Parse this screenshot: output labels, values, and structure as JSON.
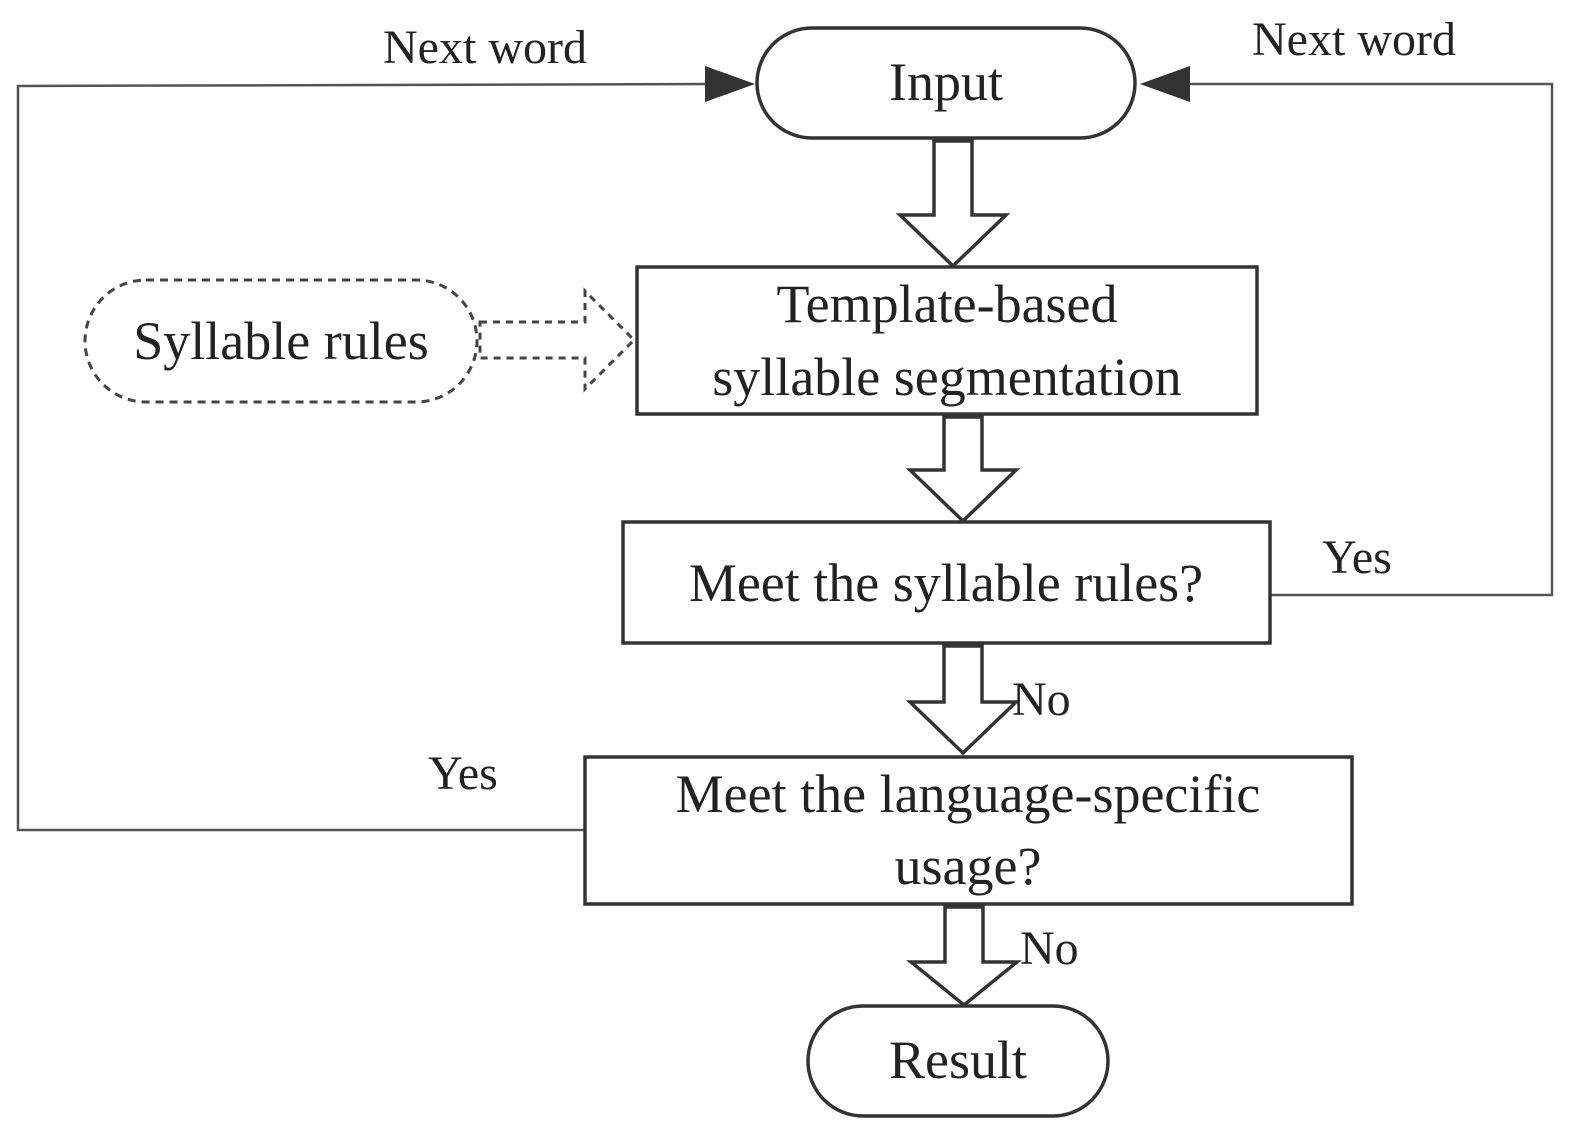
{
  "nodes": {
    "input": "Input",
    "syllable_rules": "Syllable rules",
    "segmentation": [
      "Template-based",
      "syllable segmentation"
    ],
    "check_syllable": "Meet the syllable rules?",
    "check_language": [
      "Meet the language-specific",
      "usage?"
    ],
    "result": "Result"
  },
  "edge_labels": {
    "next_word_left": "Next word",
    "next_word_right": "Next word",
    "yes_right": "Yes",
    "yes_left": "Yes",
    "no_first": "No",
    "no_second": "No"
  }
}
